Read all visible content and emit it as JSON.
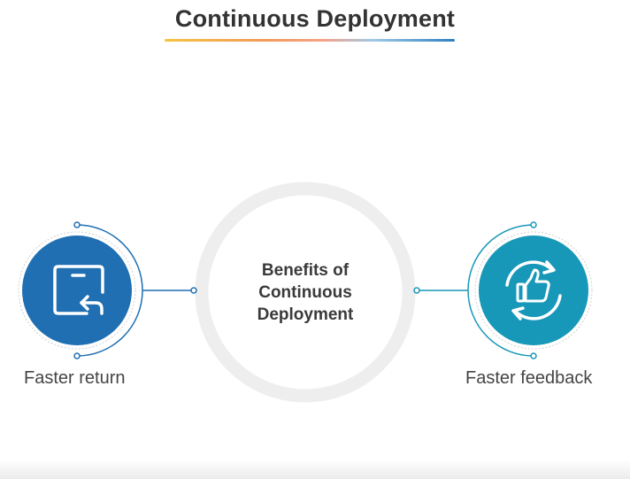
{
  "page": {
    "title": "Continuous Deployment"
  },
  "center": {
    "line1": "Benefits of",
    "line2": "Continuous",
    "line3": "Deployment"
  },
  "benefits": [
    {
      "label": "Faster return",
      "icon": "box-return-icon",
      "color": "#1f6fb2"
    },
    {
      "label": "Faster feedback",
      "icon": "thumbs-up-cycle-icon",
      "color": "#1798b8"
    }
  ],
  "colors": {
    "title_text": "#333333",
    "ring": "#eeeeee",
    "connector_left": "#1f6fb2",
    "connector_right": "#1798b8"
  }
}
